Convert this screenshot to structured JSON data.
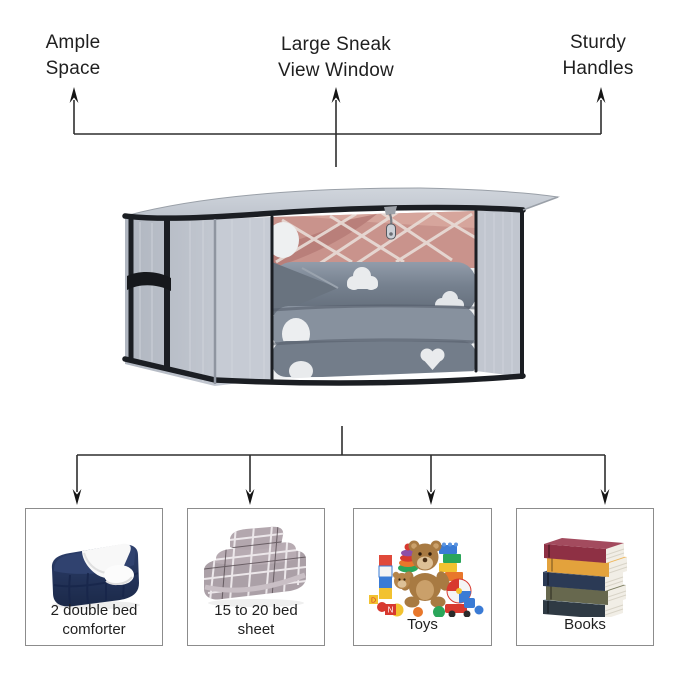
{
  "title": "storage bag feature infographic",
  "colors": {
    "background": "#ffffff",
    "connector_line": "#2e2e2e",
    "box_border": "#8c8c8c",
    "text": "#1f1f1f",
    "bag_fabric": "#c4c9d2",
    "bag_trim": "#1b1e23",
    "blanket_pink": "#c9938c",
    "blanket_grey": "#7e8895",
    "comforter_navy": "#223157",
    "sheet_taupe": "#aca0a7",
    "book_colors": [
      "#8e3044",
      "#e3a23c",
      "#2b3a55",
      "#72755a",
      "#b6cbdb"
    ]
  },
  "top_callouts": [
    {
      "name": "ample-space",
      "line1": "Ample",
      "line2": "Space"
    },
    {
      "name": "large-sneak-view-window",
      "line1": "Large Sneak",
      "line2": "View Window"
    },
    {
      "name": "sturdy-handles",
      "line1": "Sturdy",
      "line2": "Handles"
    }
  ],
  "product": {
    "type": "foldable fabric storage bag",
    "fabric_color": "#c4c9d2",
    "trim_color": "#1b1e23",
    "handle_side": "left",
    "zipper": "top front zipper with hanging pull",
    "window_contents": [
      "pink blanket with white crisscross pattern",
      "grey blankets with white cloud and heart shapes"
    ]
  },
  "bottom_items": [
    {
      "name": "double-bed-comforter",
      "line1": "2 double bed",
      "line2": "comforter",
      "image": "navy-comforter-photo"
    },
    {
      "name": "bed-sheet",
      "line1": "15 to 20 bed",
      "line2": "sheet",
      "image": "folded-bed-sheet-set-photo"
    },
    {
      "name": "toys",
      "line1": "Toys",
      "image": "toy-pile-photo",
      "block_letters": [
        "D",
        "N"
      ]
    },
    {
      "name": "books",
      "line1": "Books",
      "image": "book-stack-photo"
    }
  ]
}
